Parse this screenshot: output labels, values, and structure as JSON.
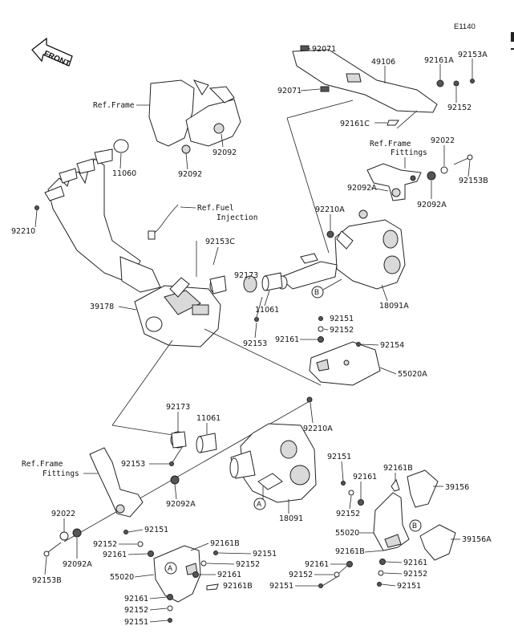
{
  "diagram_code": "E1140",
  "front_label": "FRONT",
  "callouts": {
    "a": "A",
    "b": "B"
  },
  "parts": {
    "p49106": "49106",
    "p92071_a": "92071",
    "p92071_b": "92071",
    "p92161a": "92161A",
    "p92153a": "92153A",
    "p92152_top": "92152",
    "p92161c": "92161C",
    "p92022_top": "92022",
    "p92153b_top": "92153B",
    "p92092a_top1": "92092A",
    "p92092a_top2": "92092A",
    "p92210a_top": "92210A",
    "p18091a": "18091A",
    "p92092_1": "92092",
    "p92092_2": "92092",
    "p11060": "11060",
    "p92210": "92210",
    "p92153c": "92153C",
    "p92173_top": "92173",
    "p11061_top": "11061",
    "p39178": "39178",
    "p92153_mid": "92153",
    "p92151_mid": "92151",
    "p92152_mid": "92152",
    "p92161_mid": "92161",
    "p92154": "92154",
    "p55020a": "55020A",
    "p92210a_bot": "92210A",
    "p92173_bot": "92173",
    "p11061_bot": "11061",
    "p92153_bot": "92153",
    "p92092a_bot": "92092A",
    "p18091": "18091",
    "p92022_bot": "92022",
    "p92092a_bot2": "92092A",
    "p92153b_bot": "92153B",
    "p92151_bl1": "92151",
    "p92152_bl1": "92152",
    "p92161_bl1": "92161",
    "p55020_left": "55020",
    "p92161_bl2": "92161",
    "p92152_bl2": "92152",
    "p92151_bl2": "92151",
    "p92161b_bl1": "92161B",
    "p92151_bc": "92151",
    "p92152_bc": "92152",
    "p92161_bc": "92161",
    "p92161b_bl2": "92161B",
    "p92151_r1": "92151",
    "p92161_r1": "92161",
    "p92152_r1": "92152",
    "p92161b_r1": "92161B",
    "p39156": "39156",
    "p55020_right": "55020",
    "p39156a": "39156A",
    "p92161b_r2": "92161B",
    "p92161_r2": "92161",
    "p92152_r2": "92152",
    "p92151_r2": "92151",
    "p92161_rl": "92161",
    "p92152_rl": "92152",
    "p92151_rl": "92151"
  },
  "refs": {
    "frame": "Ref.Frame",
    "frame_fittings_top_1": "Ref.Frame",
    "frame_fittings_top_2": "Fittings",
    "fuel_1": "Ref.Fuel",
    "fuel_2": "Injection",
    "frame_fittings_bot_1": "Ref.Frame",
    "frame_fittings_bot_2": "Fittings"
  }
}
